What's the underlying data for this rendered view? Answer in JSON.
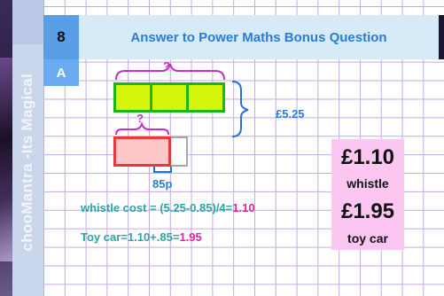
{
  "question_number": "8",
  "title": "Answer to Power Maths Bonus Question",
  "section_label": "A",
  "side_text": "chooMantra -Its Magical",
  "diagram": {
    "top_question": "?",
    "total_label": "£5.25",
    "lower_question": "?",
    "difference_label": "85p"
  },
  "formulas": [
    {
      "text": "whistle cost = (5.25-0.85)/4=",
      "result": "1.10"
    },
    {
      "text": "Toy car=1.10+.85=",
      "result": "1.95"
    }
  ],
  "answers": [
    {
      "price": "£1.10",
      "item": "whistle"
    },
    {
      "price": "£1.95",
      "item": "toy car"
    }
  ],
  "colors": {
    "green_bar_fill": "#d2f50a",
    "green_bar_border": "#18b81a",
    "red_bar_fill": "#ffc8c8",
    "red_bar_border": "#e83838",
    "answer_box": "#fcc6f2",
    "header_accent": "#5a9fe6",
    "brace": "#c62fc6"
  }
}
